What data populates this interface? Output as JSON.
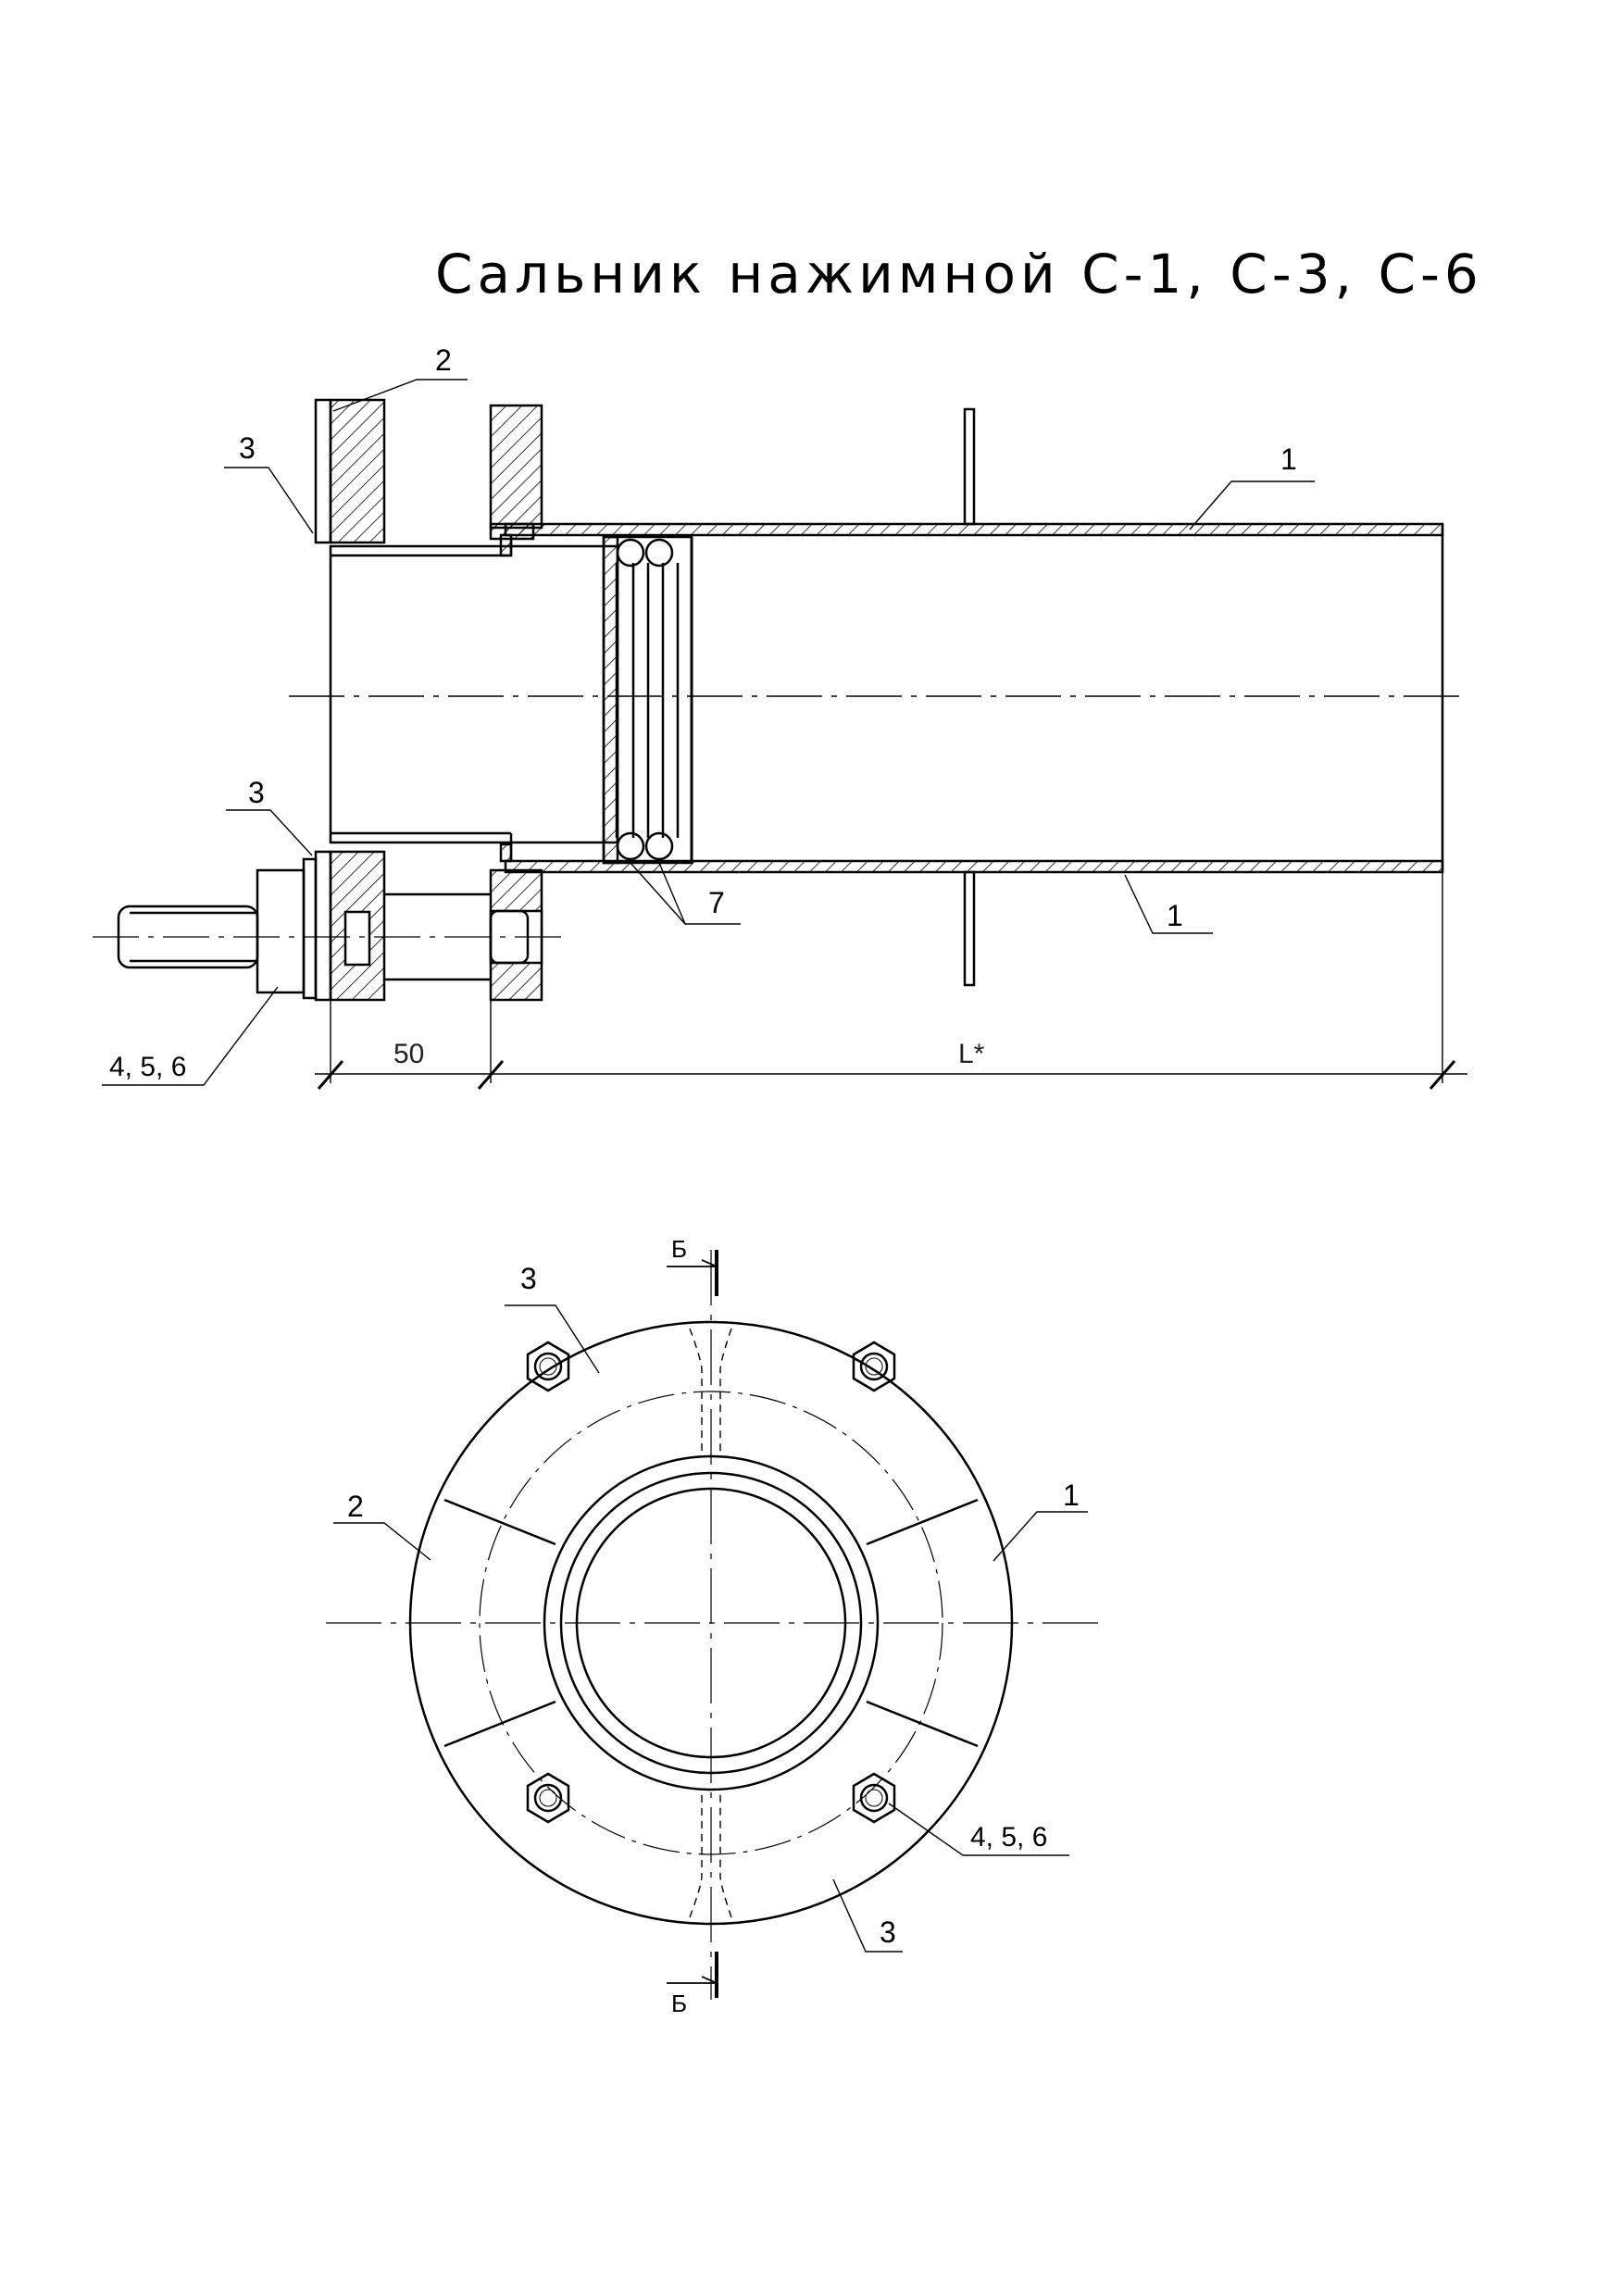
{
  "title": "Сальник нажимной С-1, С-3, С-6",
  "side_view": {
    "callouts": {
      "top_flange": "2",
      "top_ring": "3",
      "bottom_ring": "3",
      "pipe_top": "1",
      "pipe_bottom": "1",
      "packing": "7",
      "fasteners": "4, 5, 6"
    },
    "dimensions": {
      "gap": "50",
      "length": "L*"
    }
  },
  "front_view": {
    "callouts": {
      "top": "3",
      "left": "2",
      "right": "1",
      "bottom": "3",
      "bolt": "4, 5, 6"
    },
    "section_marks": {
      "top": "Б",
      "bottom": "Б"
    }
  },
  "colors": {
    "line": "#000000",
    "hatch": "#000000",
    "background": "#ffffff"
  }
}
